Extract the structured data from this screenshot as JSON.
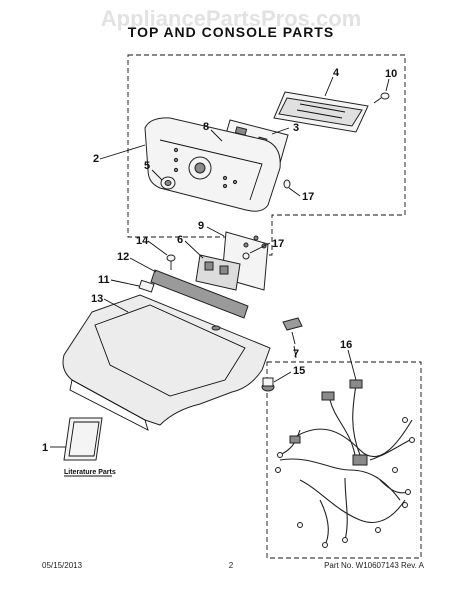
{
  "watermark": "AppliancePartsPros.com",
  "title": "TOP AND CONSOLE PARTS",
  "callouts": {
    "c1": "1",
    "c2": "2",
    "c3": "3",
    "c4": "4",
    "c5": "5",
    "c6": "6",
    "c7": "7",
    "c8": "8",
    "c9": "9",
    "c10": "10",
    "c11": "11",
    "c12": "12",
    "c13": "13",
    "c14": "14",
    "c15": "15",
    "c16": "16",
    "c17a": "17",
    "c17b": "17"
  },
  "literature_label": "Literature Parts",
  "footer": {
    "date": "05/15/2013",
    "page": "2",
    "part_number": "Part No. W10607143 Rev. A"
  }
}
